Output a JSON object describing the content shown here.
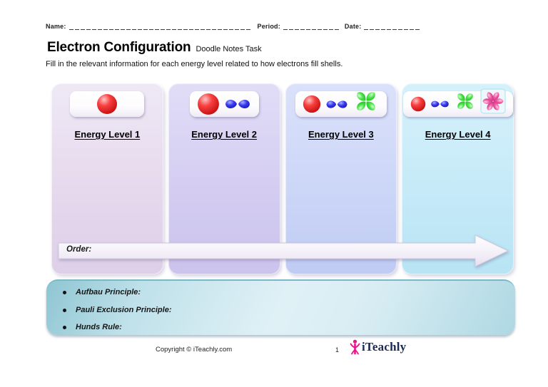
{
  "header": {
    "name_label": "Name:",
    "period_label": "Period:",
    "date_label": "Date:"
  },
  "title": {
    "main": "Electron Configuration",
    "sub": "Doodle Notes Task"
  },
  "instruction": "Fill in the relevant information for each energy level related to how electrons fill shells.",
  "cards": [
    {
      "label": "Energy Level 1",
      "orbitals": [
        "s"
      ]
    },
    {
      "label": "Energy Level 2",
      "orbitals": [
        "s",
        "p"
      ]
    },
    {
      "label": "Energy Level 3",
      "orbitals": [
        "s",
        "p",
        "d"
      ]
    },
    {
      "label": "Energy Level 4",
      "orbitals": [
        "s",
        "p",
        "d",
        "f"
      ]
    }
  ],
  "order_label": "Order:",
  "principles": [
    "Aufbau Principle:",
    "Pauli Exclusion Principle:",
    "Hunds Rule:"
  ],
  "footer": {
    "copyright": "Copyright © iTeachly.com",
    "page_number": "1",
    "brand": "iTeachly"
  },
  "colors": {
    "card1": "#e6d9ed",
    "card2": "#d4cdf1",
    "card3": "#ccd6f7",
    "card4": "#c6eaf8",
    "principles_box": "#bfe1ea",
    "s_orbital_red": "#e02020",
    "p_orbital_blue": "#2525dd",
    "d_orbital_green": "#3cd43c",
    "f_orbital_pink": "#e05a9e",
    "logo_pink": "#e8148c",
    "logo_navy": "#1b2a55"
  }
}
